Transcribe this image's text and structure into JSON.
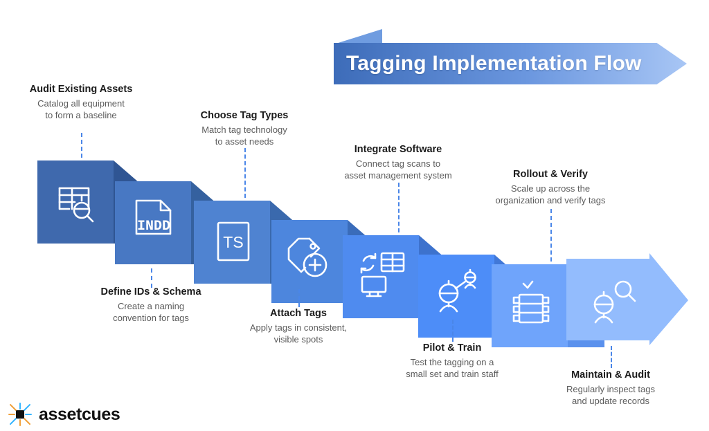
{
  "banner": {
    "title": "Tagging Implementation Flow",
    "gradient_from": "#3d6cb9",
    "gradient_to": "#a8c6f5"
  },
  "brand": {
    "name": "assetcues",
    "mark_accent_orange": "#f0a13c",
    "mark_accent_blue": "#38b6ff",
    "mark_core": "#111111"
  },
  "palette": {
    "leader_line": "#4a86e8",
    "title_text": "#1b1b1b",
    "desc_text": "#5c5c5c",
    "icon_stroke": "#ffffff"
  },
  "steps": [
    {
      "index": 1,
      "title": "Audit Existing Assets",
      "desc": "Catalog all equipment\nto form a baseline",
      "icon": "table-search-icon",
      "face_color": "#3f69ad",
      "fold_color": "#2f5593",
      "label_position": "above"
    },
    {
      "index": 2,
      "title": "Define IDs & Schema",
      "desc": "Create a naming\nconvention for tags",
      "icon": "file-indd-icon",
      "face_color": "#4878c3",
      "fold_color": "#35619f",
      "label_position": "below"
    },
    {
      "index": 3,
      "title": "Choose Tag Types",
      "desc": "Match tag technology\nto asset needs",
      "icon": "ts-square-icon",
      "face_color": "#4f83d1",
      "fold_color": "#3a69ad",
      "label_position": "above"
    },
    {
      "index": 4,
      "title": "Attach Tags",
      "desc": "Apply tags in consistent,\nvisible  spots",
      "icon": "tag-plus-icon",
      "face_color": "#4d86dd",
      "fold_color": "#3a6cba",
      "label_position": "below"
    },
    {
      "index": 5,
      "title": "Integrate Software",
      "desc": "Connect tag scans to\nasset management system",
      "icon": "monitor-sync-table-icon",
      "face_color": "#4f8bef",
      "fold_color": "#3d72cd",
      "label_position": "above"
    },
    {
      "index": 6,
      "title": "Pilot & Train",
      "desc": "Test the tagging on a\nsmall set and train staff",
      "icon": "two-people-training-icon",
      "face_color": "#4d8df8",
      "fold_color": "#4178d8",
      "label_position": "below"
    },
    {
      "index": 7,
      "title": "Rollout & Verify",
      "desc": "Scale up across the\norganization and verify tags",
      "icon": "server-check-icon",
      "face_color": "#6fa4fb",
      "fold_color": "#5a91ed",
      "label_position": "above"
    },
    {
      "index": 8,
      "title": "Maintain & Audit",
      "desc": "Regularly inspect tags\nand update records",
      "icon": "person-search-icon",
      "face_color": "#93bcfd",
      "fold_color": "#7fadf8",
      "label_position": "below"
    }
  ]
}
